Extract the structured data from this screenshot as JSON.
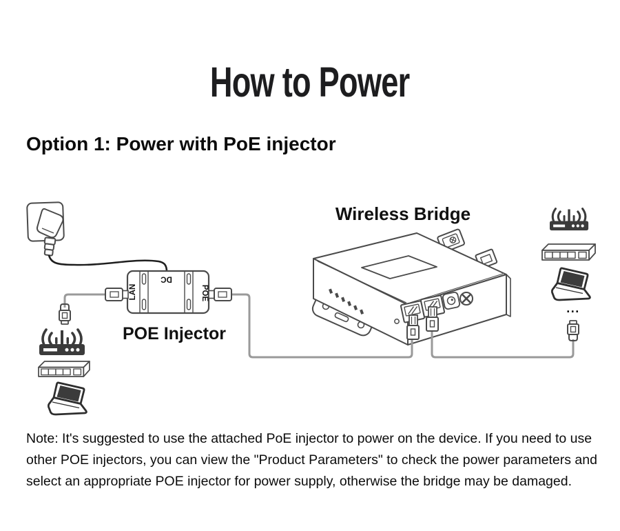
{
  "header": {
    "title": "How to Power",
    "option_heading": "Option 1: Power with PoE injector"
  },
  "diagram": {
    "bridge_label": "Wireless Bridge",
    "injector_label": "POE Injector",
    "injector_ports": {
      "lan": "LAN",
      "dc": "DC",
      "poe": "POE"
    },
    "ellipsis": "...",
    "icons": {
      "power_source": "uk-wall-plug-icon",
      "injector": "poe-injector-box",
      "left_devices": [
        "rj45-connector-icon",
        "wifi-router-icon",
        "network-switch-icon",
        "laptop-icon"
      ],
      "right_devices": [
        "wifi-router-icon",
        "network-switch-icon",
        "laptop-icon",
        "rj45-connector-icon"
      ],
      "bridge": "wireless-bridge-device"
    },
    "colors": {
      "line_art": "#4a4a4a",
      "ethernet_cable": "#9a9a9a",
      "power_cable": "#1f1f1f",
      "filled_icon": "#3b3b3b",
      "text": "#111111"
    }
  },
  "note": {
    "text": "Note: It's suggested to use the attached PoE injector to power on the device. If you need to use other POE injectors, you can view the \"Product Parameters\"  to check the power parameters and select an appropriate POE injector for power supply, otherwise the bridge may be damaged."
  }
}
